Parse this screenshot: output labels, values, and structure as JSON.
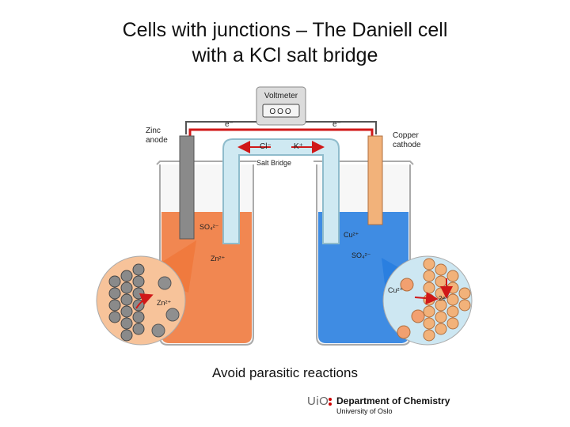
{
  "title": {
    "line1": "Cells with junctions – The Daniell cell",
    "line2": "with a KCl salt bridge"
  },
  "diagram": {
    "voltmeter": "Voltmeter",
    "voltmeter_display": "OOO",
    "electron_left": "e⁻",
    "electron_right": "e⁻",
    "zinc_anode": [
      "Zinc",
      "anode"
    ],
    "copper_cathode": [
      "Copper",
      "cathode"
    ],
    "chloride": "Cl⁻",
    "potassium": "K⁺",
    "salt_bridge": "Salt Bridge",
    "left_sulfate": "SO₄²⁻",
    "left_zinc_ion": "Zn²⁺",
    "right_copper_ion": "Cu²⁺",
    "right_sulfate": "SO₄²⁻",
    "zoom_left_ion": "Zn²⁺",
    "zoom_right_ion": "Cu²⁺",
    "zoom_right_electrons": "2e⁻",
    "colors": {
      "zinc_solution": "#f07a3e",
      "copper_solution": "#2a7fe0",
      "salt_bridge": "#cfe9f2",
      "wire": "#d01818",
      "zinc_electrode": "#8a8a8a",
      "copper_electrode": "#f2b27a"
    }
  },
  "caption": "Avoid parasitic reactions",
  "footer": {
    "logo": "UiO",
    "department": "Department of Chemistry",
    "university": "University of Oslo"
  }
}
